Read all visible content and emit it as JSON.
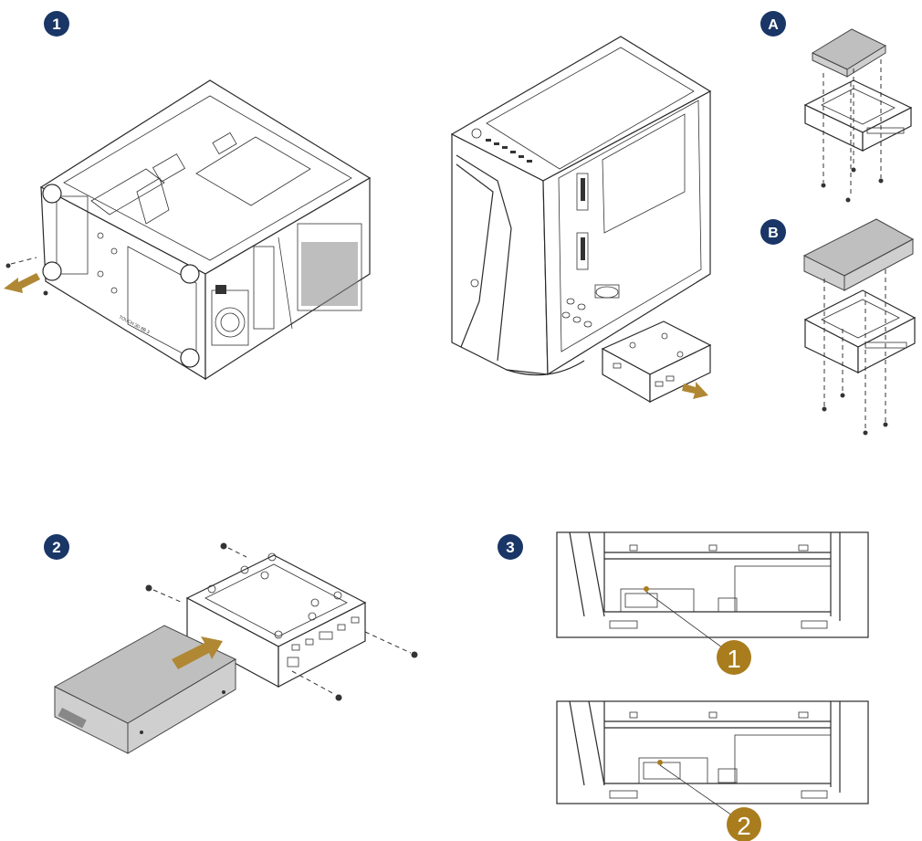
{
  "step_badges": {
    "one": "1",
    "two": "2",
    "three": "3",
    "a": "A",
    "b": "B"
  },
  "callouts": {
    "first": "1",
    "second": "2"
  },
  "case_label": "TOUCH 3D 8B 3",
  "colors": {
    "badge_fill": "#1a3666",
    "badge_text": "#ffffff",
    "callout_fill": "#a97d1e",
    "arrow_fill": "#b08834",
    "line": "#2a2a2a",
    "drive_grey": "#bfbfbf"
  }
}
